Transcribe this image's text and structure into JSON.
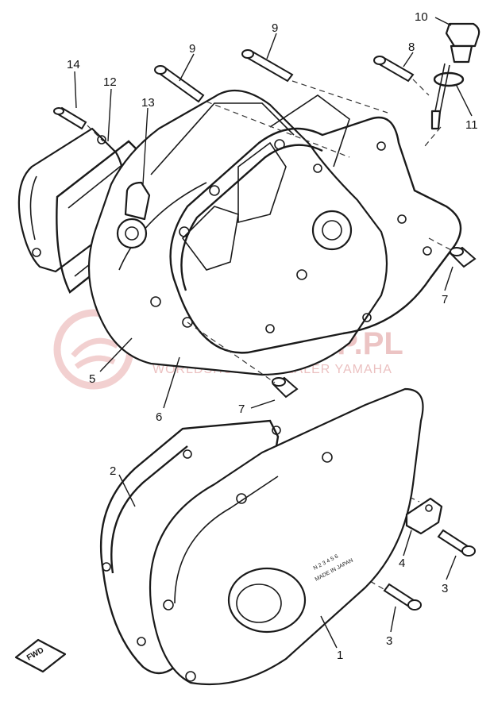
{
  "callouts": [
    {
      "id": "c1",
      "label": "1"
    },
    {
      "id": "c2",
      "label": "2"
    },
    {
      "id": "c3a",
      "label": "3"
    },
    {
      "id": "c3b",
      "label": "3"
    },
    {
      "id": "c4",
      "label": "4"
    },
    {
      "id": "c5",
      "label": "5"
    },
    {
      "id": "c6",
      "label": "6"
    },
    {
      "id": "c7a",
      "label": "7"
    },
    {
      "id": "c7b",
      "label": "7"
    },
    {
      "id": "c8",
      "label": "8"
    },
    {
      "id": "c9a",
      "label": "9"
    },
    {
      "id": "c9b",
      "label": "9"
    },
    {
      "id": "c10",
      "label": "10"
    },
    {
      "id": "c11",
      "label": "11"
    },
    {
      "id": "c12",
      "label": "12"
    },
    {
      "id": "c13",
      "label": "13"
    },
    {
      "id": "c14",
      "label": "14"
    }
  ],
  "watermark": {
    "title": "YAMA-SKLEP.PL",
    "subtitle": "WORLDSHOP.PL | DEALER YAMAHA"
  },
  "cover_stamp": {
    "line1": "N 2 3 4 5 6",
    "line2": "MADE IN JAPAN"
  },
  "fwd_label": "FWD",
  "colors": {
    "line": "#1a1a1a",
    "watermark": "#e8b6b6"
  }
}
